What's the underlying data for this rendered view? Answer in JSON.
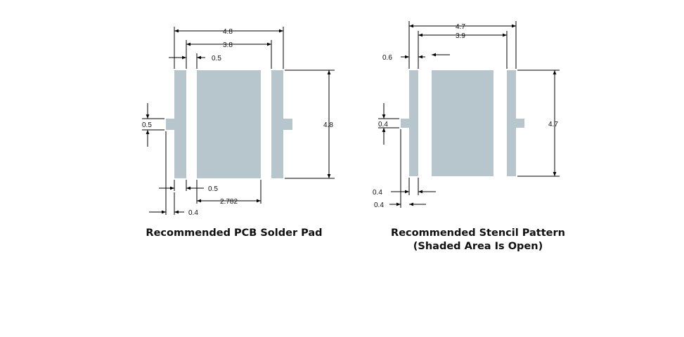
{
  "colors": {
    "pad": "#b7c6cc",
    "line": "#000000",
    "background": "#ffffff"
  },
  "pcb": {
    "caption": "Recommended PCB Solder Pad",
    "dims": {
      "total_width": "4.8",
      "center_span": "3.8",
      "gap_top": "0.5",
      "height": "4.8",
      "tab_height": "0.5",
      "gap_bottom": "0.5",
      "center_pad_width": "2.782",
      "tab_width": "0.4"
    }
  },
  "stencil": {
    "caption_line1": "Recommended Stencil Pattern",
    "caption_line2": "(Shaded Area Is Open)",
    "dims": {
      "total_width": "4.7",
      "center_span": "3.9",
      "side_pad_width": "0.6",
      "height": "4.7",
      "tab_height": "0.4",
      "gap_bottom": "0.4",
      "tab_width": "0.4"
    }
  }
}
